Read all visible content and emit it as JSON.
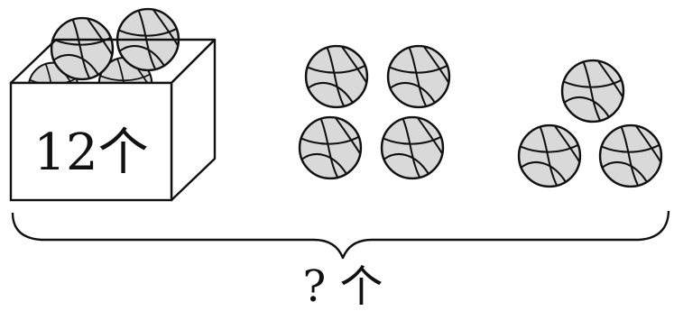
{
  "box": {
    "label": "12个"
  },
  "groups": [
    {
      "name": "square-group",
      "count": 4
    },
    {
      "name": "triangle-group",
      "count": 3
    }
  ],
  "brace": {
    "label": "? 个"
  },
  "icons": {
    "ball": "basketball-icon",
    "box": "box-icon",
    "brace": "curly-brace-icon"
  },
  "colors": {
    "ball_fill": "#d9d9d9",
    "ink": "#111111",
    "background": "#ffffff"
  }
}
